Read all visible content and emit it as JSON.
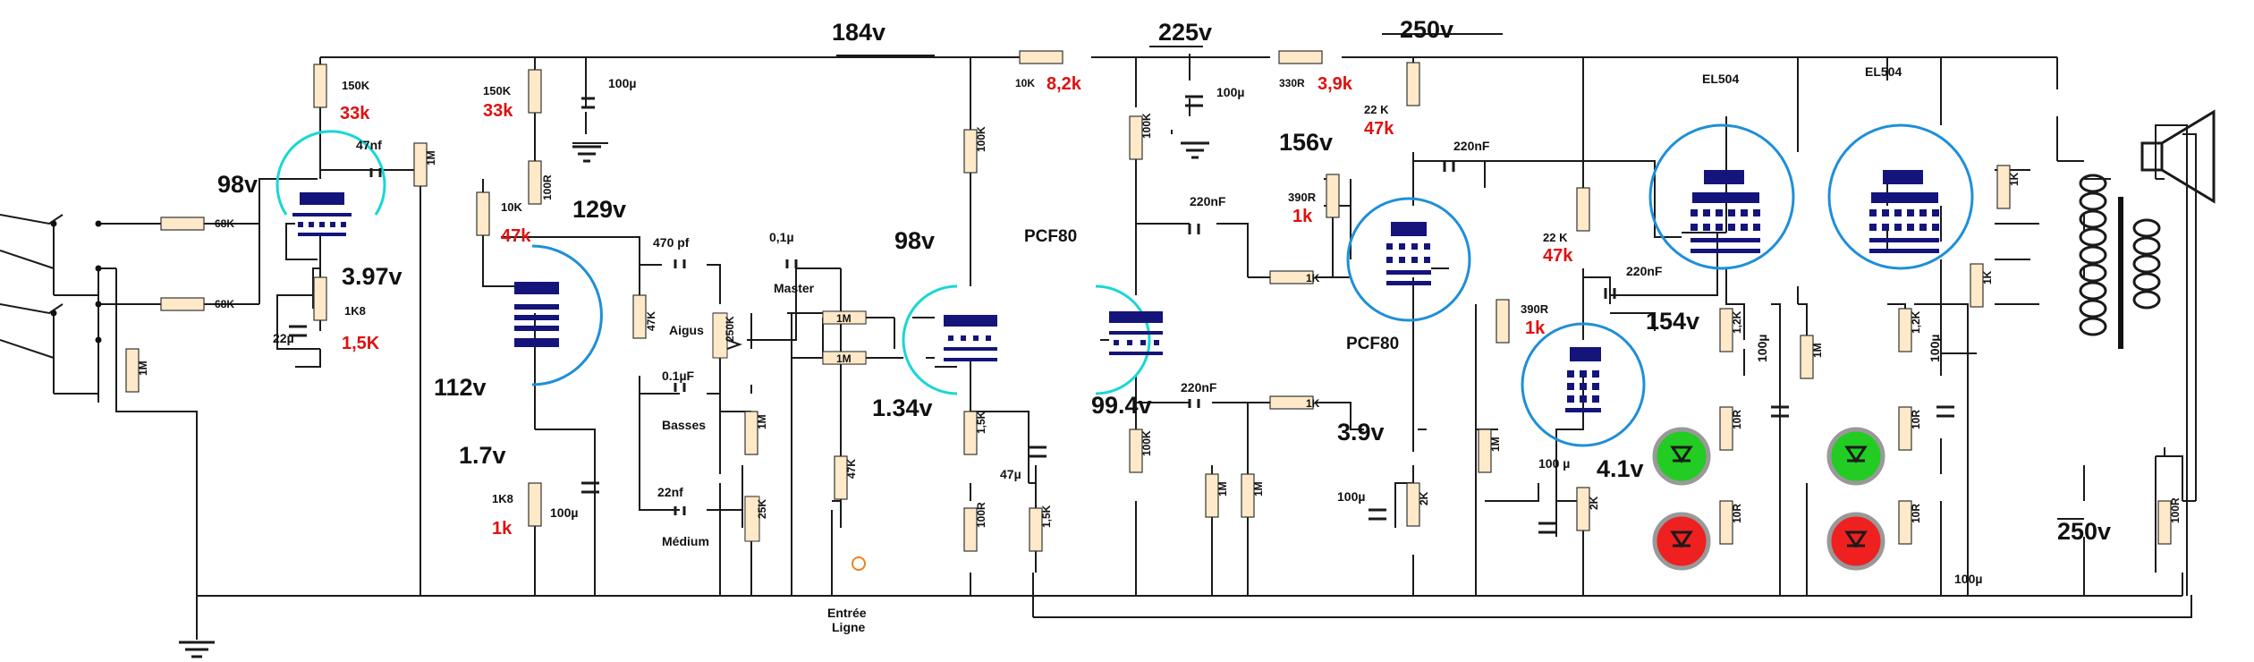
{
  "voltages": {
    "v184": "184v",
    "v225": "225v",
    "v250_top": "250v",
    "v98_in": "98v",
    "v3_97": "3.97v",
    "v129": "129v",
    "v112": "112v",
    "v1_7": "1.7v",
    "v98_pcf": "98v",
    "v1_34": "1.34v",
    "v99_4": "99.4v",
    "v156": "156v",
    "v3_9": "3.9v",
    "v154": "154v",
    "v4_1": "4.1v",
    "v250_right": "250v"
  },
  "resistors": {
    "r150k_a": "150K",
    "r33k_a": "33k",
    "r150k_b": "150K",
    "r33k_b": "33k",
    "r10k_b": "10K",
    "r47k_b": "47k",
    "r100r_b": "100R",
    "r68k_1": "68K",
    "r68k_2": "68K",
    "r1m_in": "1M",
    "r1m_47": "1M",
    "r1k8_a": "1K8",
    "r1_5k_a": "1,5K",
    "r1k8_b": "1K8",
    "r1k_b": "1k",
    "r47k_tone": "47K",
    "r250k_pot": "250K",
    "r1m_bass": "1M",
    "r25k_pot": "25K",
    "r1m_m1": "1M",
    "r1m_m2": "1M",
    "r47k_master": "47K",
    "r100k_p1": "100K",
    "r1_5k_p1": "1,5K",
    "r100r_p1": "100R",
    "r1_5k_p2": "1,5K",
    "r100k_p2": "100K",
    "r100k_p3": "100K",
    "r10k_top": "10K",
    "r8_2k_top": "8,2k",
    "r330r_top": "330R",
    "r3_9k_top": "3,9k",
    "r22k_a": "22 K",
    "r47k_a": "47k",
    "r22k_b": "22 K",
    "r47k_c": "47k",
    "r390r_a": "390R",
    "r1k_a": "1k",
    "r390r_b": "390R",
    "r1k_c": "1k",
    "r1k_g1": "1K",
    "r1k_g2": "1K",
    "r1m_g1": "1M",
    "r1m_g2": "1M",
    "r1m_g3": "1M",
    "r2k_a": "2K",
    "r2k_b": "2K",
    "r1_2k_a": "1,2K",
    "r10r_a": "10R",
    "r10r_b": "10R",
    "r1m_g4": "1M",
    "r1_2k_b": "1,2K",
    "r10r_c": "10R",
    "r10r_d": "10R",
    "r1k_s1": "1K",
    "r1k_s2": "1K",
    "r100r_out": "100R"
  },
  "capacitors": {
    "c100u_1": "100µ",
    "c100u_2": "100µ",
    "c47nf": "47nf",
    "c22u": "22µ",
    "c100u_k1": "100µ",
    "c470pf": "470 pf",
    "c0_1uF": "0.1µF",
    "c22nf": "22nf",
    "c0_1u_master": "0,1µ",
    "c47u": "47µ",
    "c220nf_a": "220nF",
    "c220nf_b": "220nF",
    "c220nf_c": "220nF",
    "c220nf_d": "220nF",
    "c100u_k2": "100µ",
    "c100u_k3": "100 µ",
    "c100u_k4": "100µ",
    "c100u_k5": "100µ",
    "c100u_bot": "100µ"
  },
  "labels": {
    "aigus": "Aigus",
    "basses": "Basses",
    "medium": "Médium",
    "master": "Master",
    "entree": "Entrée",
    "ligne": "Ligne",
    "pcf80_a": "PCF80",
    "pcf80_b": "PCF80",
    "el504_a": "EL504",
    "el504_b": "EL504"
  },
  "colors": {
    "wire": "#1a1a1a",
    "tube_body": "#14147a",
    "envelope": "#1e8fd8",
    "envelope_cyan": "#19d6d6",
    "resistor_body": "#ffe9c8",
    "value_red": "#e01010",
    "led_green": "#22cc22",
    "led_red": "#ee2020",
    "led_ring": "#999999"
  }
}
